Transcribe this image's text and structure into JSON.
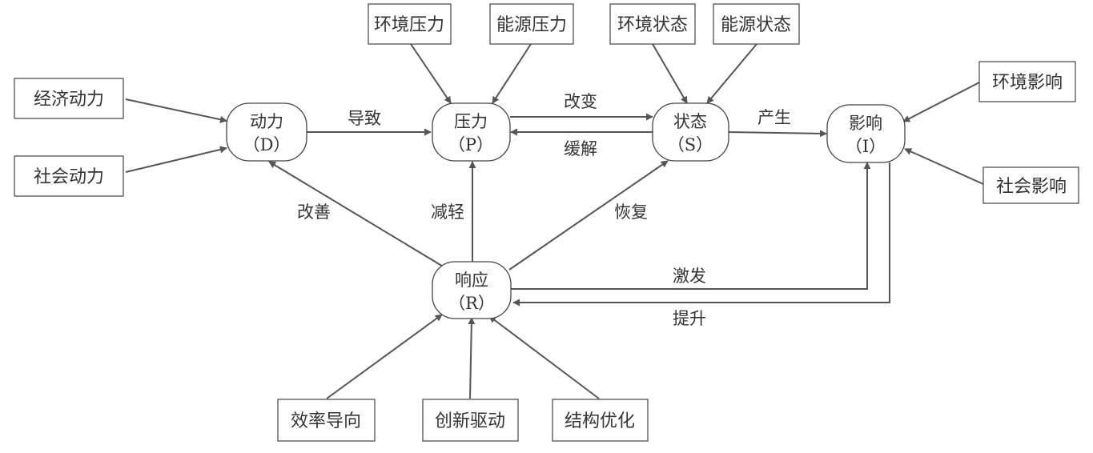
{
  "nodes": {
    "D": {
      "line1": "动力",
      "line2": "（D）"
    },
    "P": {
      "line1": "压力",
      "line2": "（P）"
    },
    "S": {
      "line1": "状态",
      "line2": "（S）"
    },
    "I": {
      "line1": "影响",
      "line2": "（I）"
    },
    "R": {
      "line1": "响应",
      "line2": "（R）"
    }
  },
  "boxes": {
    "economic_drive": "经济动力",
    "social_drive": "社会动力",
    "env_pressure": "环境压力",
    "energy_pressure": "能源压力",
    "env_state": "环境状态",
    "energy_state": "能源状态",
    "env_impact": "环境影响",
    "social_impact": "社会影响",
    "efficiency": "效率导向",
    "innovation": "创新驱动",
    "structure": "结构优化"
  },
  "edges": {
    "lead_to": "导致",
    "change": "改变",
    "relieve": "缓解",
    "produce": "产生",
    "improve": "改善",
    "reduce": "减轻",
    "restore": "恢复",
    "stimulate": "激发",
    "enhance": "提升"
  }
}
